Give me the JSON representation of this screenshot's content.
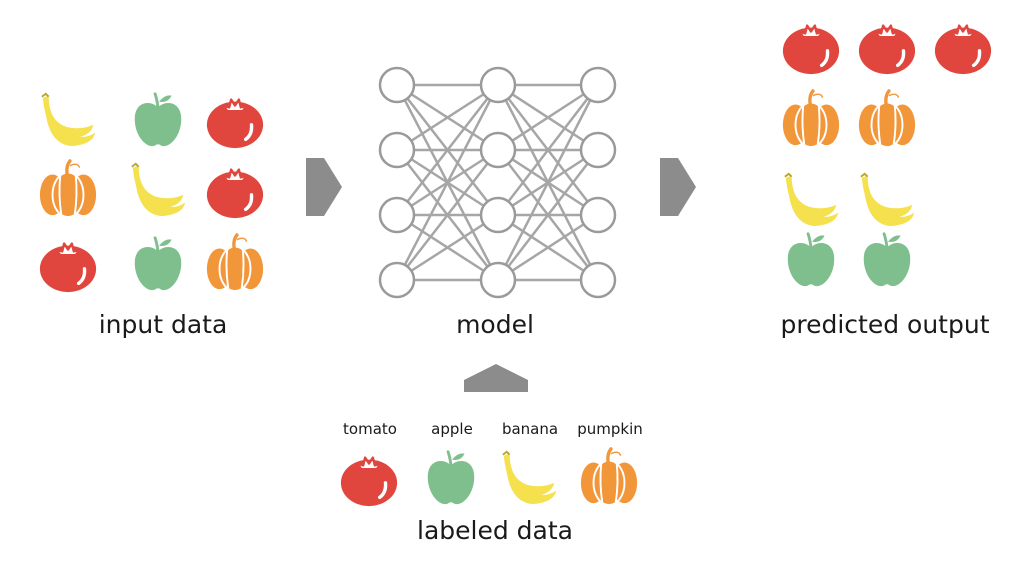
{
  "sections": {
    "input_label": "input data",
    "model_label": "model",
    "output_label": "predicted output",
    "labeled_label": "labeled data"
  },
  "classes": [
    {
      "name": "tomato",
      "icon": "tomato-icon",
      "color": "#e0463e"
    },
    {
      "name": "apple",
      "icon": "apple-icon",
      "color": "#7fbf8e"
    },
    {
      "name": "banana",
      "icon": "banana-icon",
      "color": "#f5e04d"
    },
    {
      "name": "pumpkin",
      "icon": "pumpkin-icon",
      "color": "#f2963a"
    }
  ],
  "input_grid": [
    [
      "banana",
      "apple",
      "tomato"
    ],
    [
      "pumpkin",
      "banana",
      "tomato"
    ],
    [
      "tomato",
      "apple",
      "pumpkin"
    ]
  ],
  "predicted_rows": [
    [
      "tomato",
      "tomato",
      "tomato"
    ],
    [
      "pumpkin",
      "pumpkin"
    ],
    [
      "banana",
      "banana"
    ],
    [
      "apple",
      "apple"
    ]
  ],
  "network": {
    "layers": [
      4,
      4,
      4
    ]
  },
  "colors": {
    "node_stroke": "#9a9a9a",
    "edge": "#a6a6a6",
    "arrow": "#8c8c8c"
  }
}
